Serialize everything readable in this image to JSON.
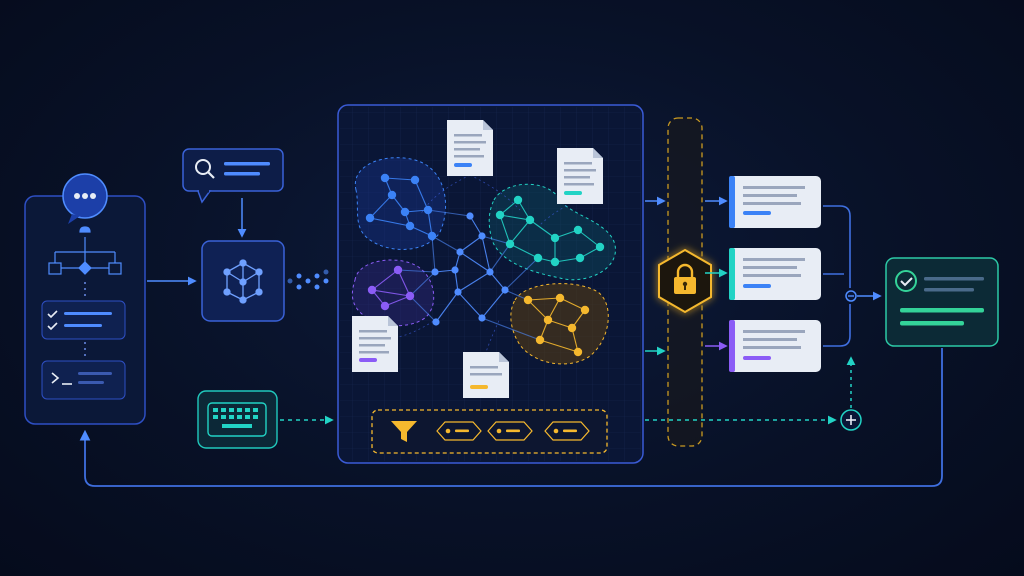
{
  "diagram": {
    "colors": {
      "background": "#081127",
      "primary_blue": "#3b82f6",
      "cyan": "#22d3c5",
      "purple": "#8b5cf6",
      "amber": "#f5b82e",
      "green": "#34d399",
      "panel_border": "#3a5bd6",
      "doc_paper": "#e8edf5"
    },
    "agent_panel": {
      "icons": [
        "chat-bubble-icon",
        "tree-hierarchy-icon",
        "checklist-icon",
        "terminal-icon"
      ]
    },
    "search_query": {
      "icon": "search-icon"
    },
    "embedding_node": {
      "icon": "cube-network-icon"
    },
    "keyboard_input": {
      "icon": "keyboard-icon"
    },
    "knowledge_graph": {
      "clusters": [
        {
          "name": "blue",
          "color": "#3b82f6"
        },
        {
          "name": "cyan",
          "color": "#22d3c5"
        },
        {
          "name": "purple",
          "color": "#8b5cf6"
        },
        {
          "name": "amber",
          "color": "#f5b82e"
        }
      ],
      "document_accents": [
        "#3b82f6",
        "#22d3c5",
        "#8b5cf6",
        "#f5b82e"
      ]
    },
    "filter_bar": {
      "icon": "filter-funnel-icon",
      "tags": 3
    },
    "security_gate": {
      "icon": "padlock-icon"
    },
    "output_cards": [
      {
        "accent": "#3b82f6"
      },
      {
        "accent": "#22d3c5"
      },
      {
        "accent": "#8b5cf6"
      }
    ],
    "result": {
      "icon": "check-circle-icon"
    },
    "merge_icon": "plus-circle-icon"
  }
}
